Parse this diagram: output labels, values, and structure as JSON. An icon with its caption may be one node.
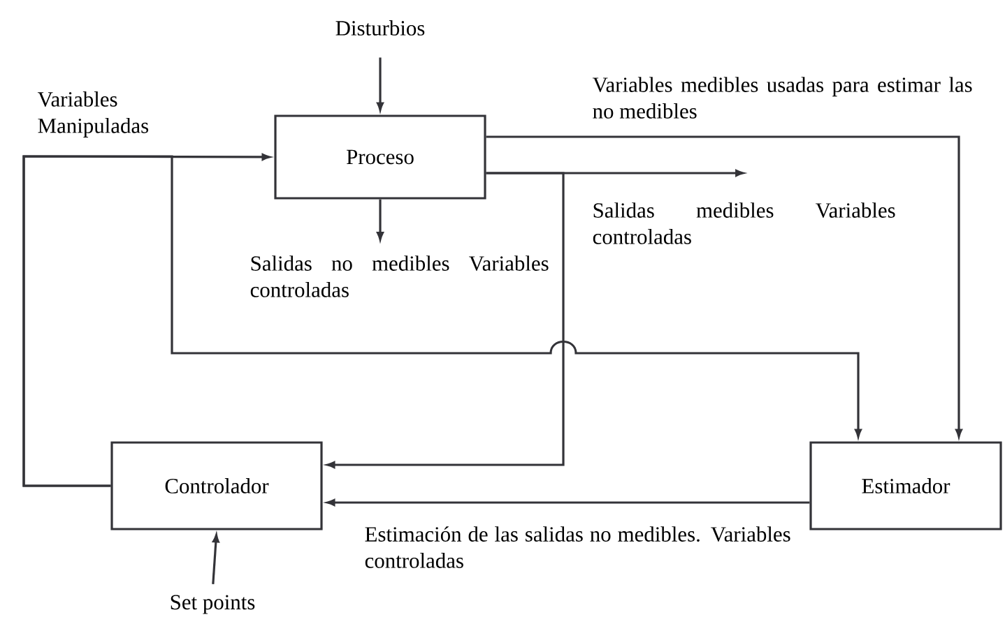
{
  "diagram": {
    "nodes": [
      {
        "text": [
          "Disturbios"
        ]
      },
      {
        "text": [
          "Proceso"
        ]
      },
      {
        "text": [
          "Controlador"
        ]
      },
      {
        "text": [
          "Estimador"
        ]
      },
      {
        "text": [
          "Set points"
        ]
      }
    ],
    "edges": [
      {
        "from": 0,
        "to": 1,
        "arrow": "to"
      },
      {
        "from": 2,
        "to": 1,
        "arrow": "to",
        "label": "Variables Manipuladas"
      },
      {
        "from": 1,
        "to": null,
        "arrow": "to",
        "label": "Salidas no medibles Variables controladas"
      },
      {
        "from": 1,
        "to": 3,
        "arrow": "to",
        "label": "Variables medibles usadas para estimar las no medibles"
      },
      {
        "from": 1,
        "to": null,
        "arrow": "to",
        "label": "Salidas medibles Variables controladas"
      },
      {
        "from": 1,
        "to": 2,
        "arrow": "to"
      },
      {
        "from": 2,
        "to": 3,
        "arrow": "to"
      },
      {
        "from": 3,
        "to": 2,
        "arrow": "to",
        "label": "Estimación de las salidas no medibles. Variables controladas"
      },
      {
        "from": 4,
        "to": 2,
        "arrow": "to"
      }
    ]
  }
}
